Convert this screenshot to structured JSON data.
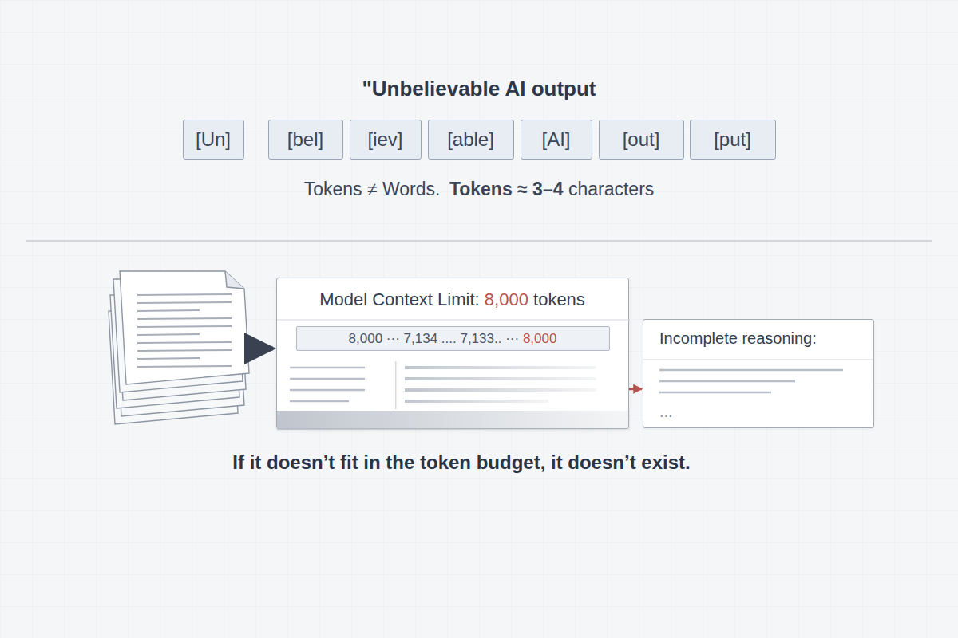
{
  "diagram": {
    "title": "\"Unbelievable AI output",
    "caption": "If it doesn’t fit in the token budget, it doesn’t exist.",
    "nodes": [
      {
        "text": [
          "[Un]"
        ]
      },
      {
        "text": [
          "[bel]"
        ]
      },
      {
        "text": [
          "[iev]"
        ]
      },
      {
        "text": [
          "[able]"
        ]
      },
      {
        "text": [
          "[AI]"
        ]
      },
      {
        "text": [
          "[out]"
        ]
      },
      {
        "text": [
          "[put]"
        ]
      },
      {
        "text": [
          "Model Context Limit:",
          "8,000",
          "tokens"
        ]
      },
      {
        "text": [
          "8,000 ··· 7,134 .... 7,133.. ···",
          "8,000"
        ],
        "in": 7
      },
      {
        "text": [
          "Incomplete reasoning:",
          "..."
        ]
      }
    ],
    "edges": [
      {
        "from": 7,
        "to": 9,
        "arrow": "to"
      }
    ],
    "labels": [
      "Tokens ≠ Words.",
      "Tokens ≈ 3–4",
      "characters"
    ]
  }
}
